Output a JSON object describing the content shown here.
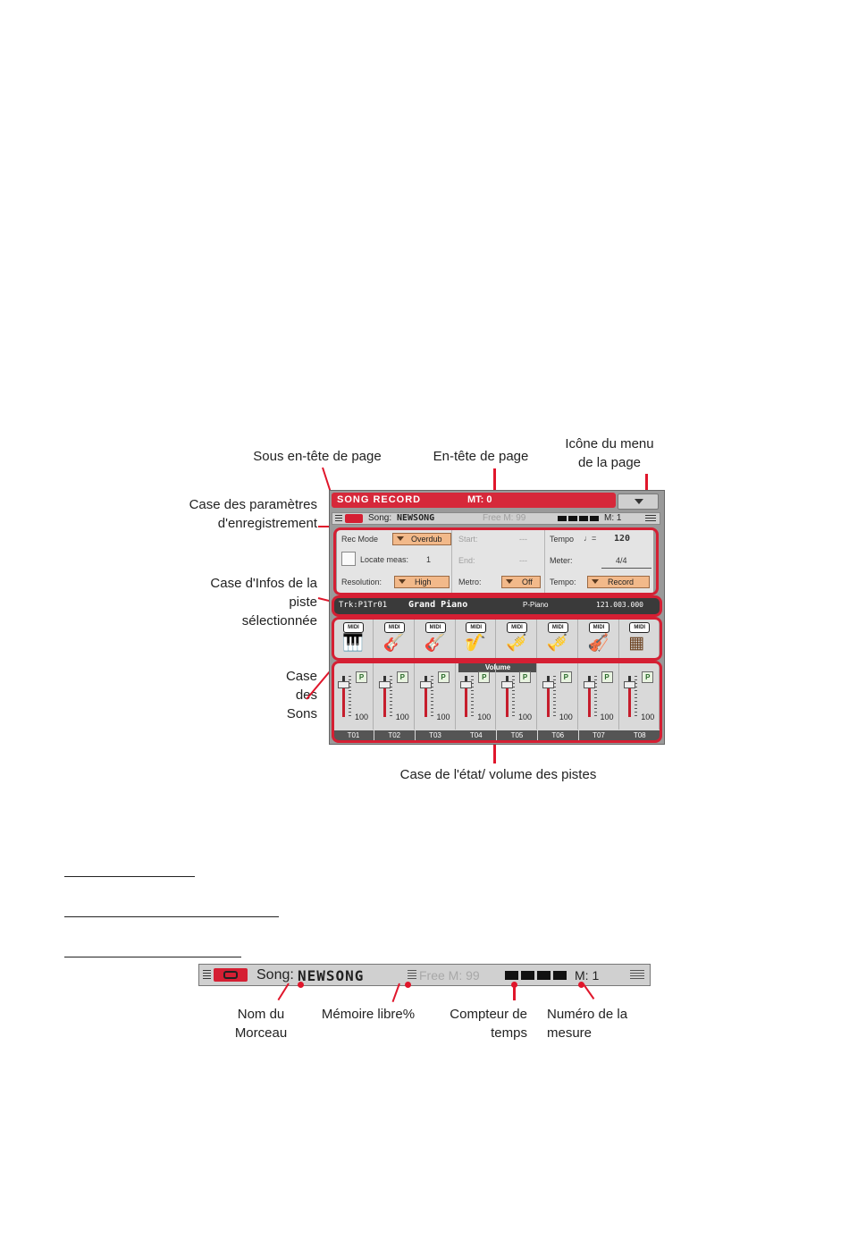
{
  "callouts": {
    "sous_entete": "Sous en-tête de page",
    "entete": "En-tête de page",
    "icone_menu": [
      "Icône du menu",
      "de la page"
    ],
    "case_param": [
      "Case des paramètres",
      "d'enregistrement"
    ],
    "case_infos": [
      "Case d'Infos de la",
      "piste",
      "sélectionnée"
    ],
    "case_sons": [
      "Case",
      "des",
      "Sons"
    ],
    "case_etat": "Case de l'état/ volume des pistes",
    "nom_morceau": [
      "Nom du",
      "Morceau"
    ],
    "memoire": "Mémoire libre%",
    "compteur": [
      "Compteur de",
      "temps"
    ],
    "numero": [
      "Numéro de la",
      "mesure"
    ]
  },
  "display": {
    "header_title": "SONG RECORD",
    "header_mt": "MT: 0",
    "subheader": {
      "song_label": "Song:",
      "song_name": "NEWSONG",
      "free_mem": "Free M: 99",
      "measure": "M: 1"
    },
    "rec": {
      "rec_mode_label": "Rec Mode",
      "rec_mode_value": "Overdub",
      "locate_label": "Locate meas:",
      "locate_value": "1",
      "resolution_label": "Resolution:",
      "resolution_value": "High",
      "start_label": "Start:",
      "start_value": "---",
      "end_label": "End:",
      "end_value": "---",
      "metro_label": "Metro:",
      "metro_value": "Off",
      "tempo_label": "Tempo",
      "tempo_value": "120",
      "meter_label": "Meter:",
      "meter_value": "4/4",
      "tempo2_label": "Tempo:",
      "tempo2_value": "Record"
    },
    "track_info": {
      "track": "Trk:P1Tr01",
      "sound": "Grand Piano",
      "family": "P-Piano",
      "code": "121.003.000"
    },
    "sounds": {
      "midi_label": "MIDI",
      "icons": [
        "piano-icon",
        "electric-guitar-icon",
        "acoustic-guitar-icon",
        "sax-icon",
        "trumpet-icon",
        "horns-icon",
        "strings-icon",
        "amp-icon"
      ]
    },
    "volume": {
      "title": "Volume",
      "channels": [
        {
          "name": "T01",
          "value": "100",
          "level": 100
        },
        {
          "name": "T02",
          "value": "100",
          "level": 100
        },
        {
          "name": "T03",
          "value": "100",
          "level": 100
        },
        {
          "name": "T04",
          "value": "100",
          "level": 100
        },
        {
          "name": "T05",
          "value": "100",
          "level": 100
        },
        {
          "name": "T06",
          "value": "100",
          "level": 100
        },
        {
          "name": "T07",
          "value": "100",
          "level": 100
        },
        {
          "name": "T08",
          "value": "100",
          "level": 100
        }
      ],
      "play_label": "P"
    }
  },
  "bottom_bar": {
    "song_label": "Song:",
    "song_name": "NEWSONG",
    "free_mem": "Free M: 99",
    "measure": "M: 1"
  },
  "colors": {
    "accent": "#d51f33",
    "callout_line": "#e0162b"
  }
}
